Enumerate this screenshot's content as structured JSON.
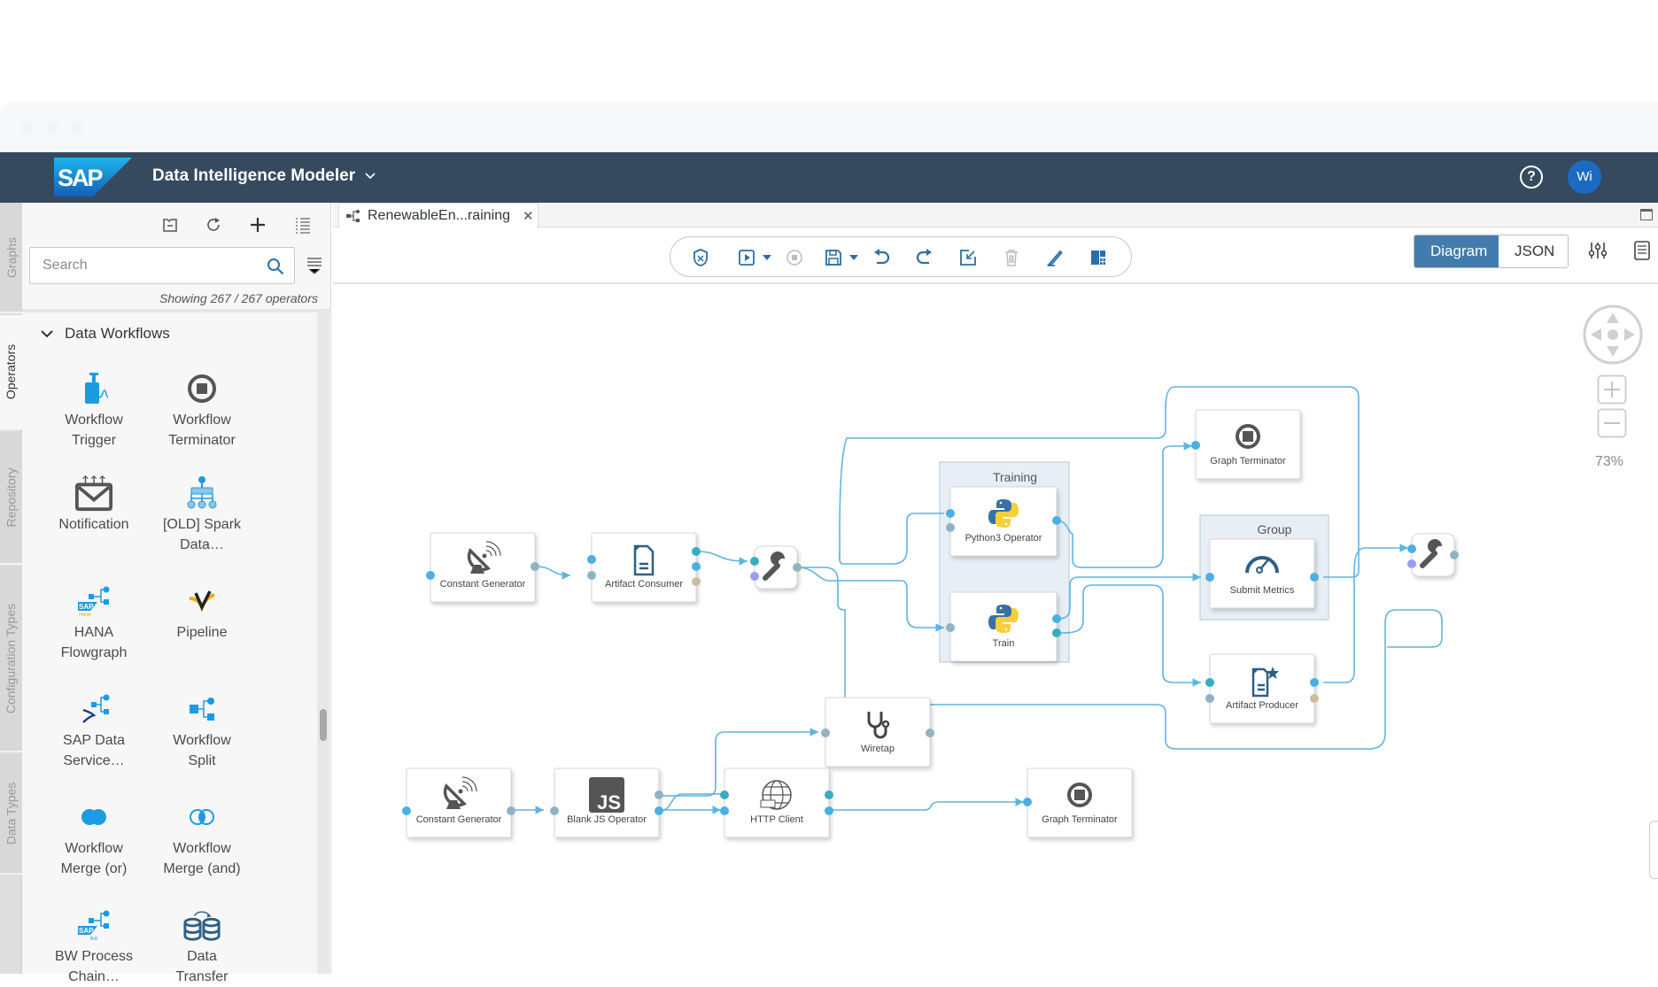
{
  "shell": {
    "logo_text": "SAP",
    "app_title": "Data Intelligence Modeler",
    "avatar_initials": "Wi",
    "help_symbol": "?"
  },
  "left_tabs": [
    {
      "label": "Graphs",
      "active": false
    },
    {
      "label": "Operators",
      "active": true
    },
    {
      "label": "Repository",
      "active": false
    },
    {
      "label": "Configuration Types",
      "active": false
    },
    {
      "label": "Data Types",
      "active": false
    }
  ],
  "sidebar": {
    "toolbar_icons": [
      "collapse-all-icon",
      "refresh-icon",
      "add-icon",
      "list-view-icon"
    ],
    "search_placeholder": "Search",
    "search_value": "",
    "showing_text": "Showing 267 / 267 operators",
    "category": "Data Workflows",
    "operators": [
      {
        "line1": "Workflow",
        "line2": "Trigger",
        "icon": "workflow-trigger-icon"
      },
      {
        "line1": "Workflow",
        "line2": "Terminator",
        "icon": "workflow-terminator-icon"
      },
      {
        "line1": "Notification",
        "line2": "",
        "icon": "notification-icon"
      },
      {
        "line1": "[OLD] Spark",
        "line2": "Data…",
        "icon": "spark-data-icon"
      },
      {
        "line1": "HANA",
        "line2": "Flowgraph",
        "icon": "hana-flowgraph-icon"
      },
      {
        "line1": "Pipeline",
        "line2": "",
        "icon": "pipeline-icon"
      },
      {
        "line1": "SAP Data",
        "line2": "Service…",
        "icon": "sap-data-services-icon"
      },
      {
        "line1": "Workflow",
        "line2": "Split",
        "icon": "workflow-split-icon"
      },
      {
        "line1": "Workflow",
        "line2": "Merge (or)",
        "icon": "workflow-merge-or-icon"
      },
      {
        "line1": "Workflow",
        "line2": "Merge (and)",
        "icon": "workflow-merge-and-icon"
      },
      {
        "line1": "BW Process",
        "line2": "Chain…",
        "icon": "bw-process-chain-icon"
      },
      {
        "line1": "Data",
        "line2": "Transfer",
        "icon": "data-transfer-icon"
      }
    ]
  },
  "editor": {
    "tab_title": "RenewableEn...raining",
    "view_modes": {
      "diagram": "Diagram",
      "json": "JSON",
      "active": "Diagram"
    },
    "zoom_level": "73%",
    "toolbar_buttons": [
      "validate",
      "run",
      "run-options",
      "stop",
      "save",
      "save-options",
      "undo",
      "redo",
      "edit-properties",
      "delete",
      "rename",
      "auto-layout"
    ]
  },
  "graph": {
    "groups": [
      {
        "id": "g-training",
        "label": "Training"
      },
      {
        "id": "g-group",
        "label": "Group"
      }
    ],
    "nodes": [
      {
        "id": "cg1",
        "label": "Constant Generator",
        "icon": "satellite-dish-icon"
      },
      {
        "id": "ac",
        "label": "Artifact Consumer",
        "icon": "document-icon"
      },
      {
        "id": "wr1",
        "label": "",
        "icon": "wrench-icon"
      },
      {
        "id": "py",
        "label": "Python3 Operator",
        "icon": "python-icon"
      },
      {
        "id": "train",
        "label": "Train",
        "icon": "python-icon"
      },
      {
        "id": "gt1",
        "label": "Graph Terminator",
        "icon": "stop-circle-icon"
      },
      {
        "id": "sm",
        "label": "Submit Metrics",
        "icon": "gauge-icon"
      },
      {
        "id": "ap",
        "label": "Artifact Producer",
        "icon": "document-star-icon"
      },
      {
        "id": "wr2",
        "label": "",
        "icon": "wrench-icon"
      },
      {
        "id": "wt",
        "label": "Wiretap",
        "icon": "stethoscope-icon"
      },
      {
        "id": "cg2",
        "label": "Constant Generator",
        "icon": "satellite-dish-icon"
      },
      {
        "id": "js",
        "label": "Blank JS Operator",
        "icon": "js-icon"
      },
      {
        "id": "http",
        "label": "HTTP Client",
        "icon": "globe-http-icon"
      },
      {
        "id": "gt2",
        "label": "Graph Terminator",
        "icon": "stop-circle-icon"
      }
    ],
    "js_badge": "JS",
    "colors": {
      "link": "#5fb4e0",
      "port_blue": "#4ab0e4",
      "port_grey": "#8fb3c4",
      "port_teal": "#36aebf",
      "port_purple": "#9a9cf0",
      "port_khaki": "#c8bf9a",
      "group_fill": "#e8eef5",
      "node_border": "#d6d6d6"
    }
  }
}
